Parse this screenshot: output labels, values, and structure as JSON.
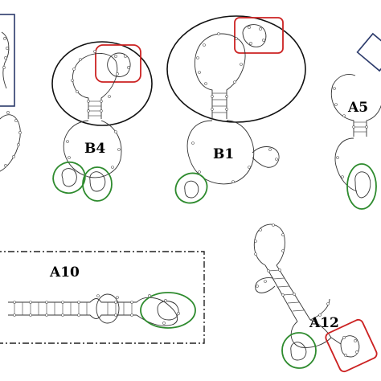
{
  "figure": {
    "panels": [
      {
        "id": "B4",
        "label": "B4"
      },
      {
        "id": "B1",
        "label": "B1"
      },
      {
        "id": "A5",
        "label": "A5"
      },
      {
        "id": "A10",
        "label": "A10"
      },
      {
        "id": "A12",
        "label": "A12"
      }
    ],
    "highlight_colors": {
      "red_box": "#cc2222",
      "green_ellipse": "#2e8b2e",
      "black_ellipse": "#111111",
      "navy_box": "#2b3a6b",
      "dashed_box": "#222222"
    }
  }
}
